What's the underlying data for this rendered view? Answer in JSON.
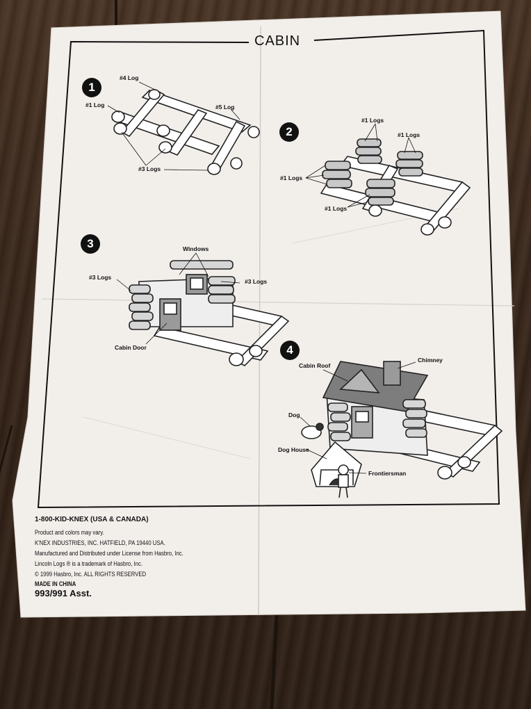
{
  "document": {
    "title": "CABIN"
  },
  "steps": [
    {
      "number": "1",
      "labels": {
        "log4": "#4 Log",
        "log1": "#1 Log",
        "log5": "#5 Log",
        "log3": "#3 Logs"
      }
    },
    {
      "number": "2",
      "labels": {
        "top": "#1 Logs",
        "right": "#1 Logs",
        "left": "#1 Logs",
        "bottom": "#1 Logs"
      }
    },
    {
      "number": "3",
      "labels": {
        "windows": "Windows",
        "left": "#3 Logs",
        "right": "#3 Logs",
        "door": "Cabin Door"
      }
    },
    {
      "number": "4",
      "labels": {
        "roof": "Cabin Roof",
        "chimney": "Chimney",
        "dog": "Dog",
        "doghouse": "Dog House",
        "frontiersman": "Frontiersman"
      }
    }
  ],
  "footer": {
    "phone": "1-800-KID-KNEX (USA & CANADA)",
    "line1": "Product and colors may vary.",
    "line2": "K'NEX INDUSTRIES, INC. HATFIELD, PA 19440 USA.",
    "line3": "Manufactured and Distributed under License from Hasbro, Inc.",
    "line4": "Lincoln Logs ® is a trademark of Hasbro, Inc.",
    "line5": "© 1999 Hasbro, Inc.  ALL RIGHTS RESERVED",
    "line6": "MADE IN CHINA",
    "asst": "993/991 Asst."
  },
  "colors": {
    "paper": "#f2efeb",
    "ink": "#111111",
    "wood_table": "#3b2a1f"
  }
}
